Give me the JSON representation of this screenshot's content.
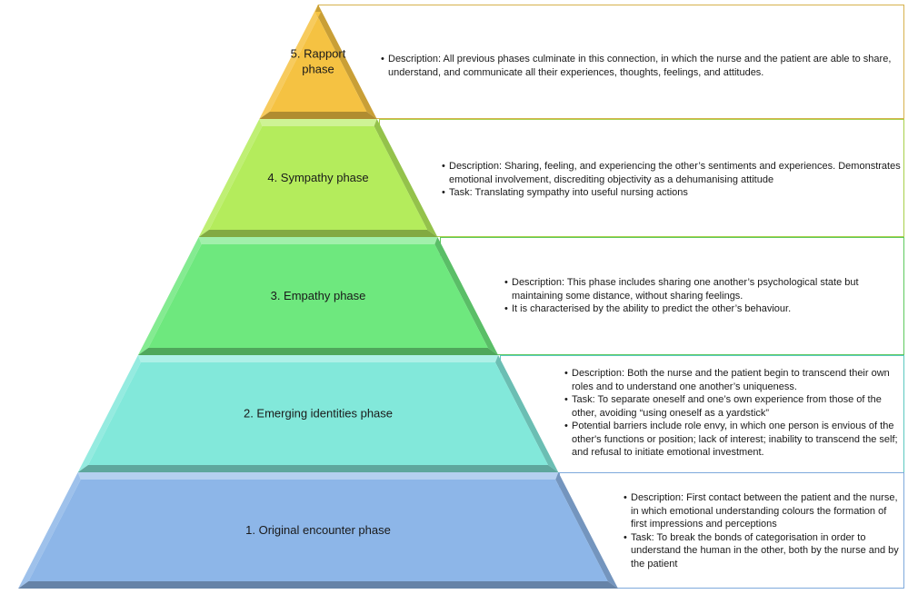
{
  "phases": [
    {
      "label": "5. Rapport phase",
      "label_lines": [
        "5. Rapport",
        "phase"
      ],
      "color": "#F5C242",
      "bullets": [
        "Description: All previous phases culminate in this connection, in which the nurse and the patient are able to share, understand, and communicate all their experiences, thoughts, feelings, and attitudes."
      ]
    },
    {
      "label": "4. Sympathy phase",
      "label_lines": [
        "4. Sympathy phase"
      ],
      "color": "#B4EC5C",
      "bullets": [
        "Description: Sharing, feeling, and experiencing the other’s sentiments and experiences. Demonstrates emotional involvement, discrediting objectivity as a dehumanising attitude",
        "Task: Translating sympathy into useful nursing actions"
      ]
    },
    {
      "label": "3. Empathy phase",
      "label_lines": [
        "3. Empathy phase"
      ],
      "color": "#6EE87E",
      "bullets": [
        "Description: This phase includes sharing one another’s psychological state but maintaining some distance, without sharing feelings.",
        "It is characterised by the ability to predict the other’s behaviour."
      ]
    },
    {
      "label": "2. Emerging identities phase",
      "label_lines": [
        "2. Emerging identities phase"
      ],
      "color": "#82E8DA",
      "bullets": [
        "Description: Both the nurse and the patient begin to transcend their own roles and to understand one another’s uniqueness.",
        "Task: To separate oneself and one’s own experience from those of the other, avoiding “using oneself as a yardstick”",
        "Potential barriers include role envy, in which one person is envious of the other's functions or position; lack of interest; inability to transcend the self; and refusal to initiate emotional investment."
      ]
    },
    {
      "label": "1. Original encounter phase",
      "label_lines": [
        "1. Original encounter phase"
      ],
      "color": "#8DB6E8",
      "bullets": [
        "Description: First contact between the patient and the nurse, in which emotional understanding colours the formation of first impressions and perceptions",
        "Task: To break the bonds of categorisation in order to understand the human in the other, both by the nurse and by the patient"
      ]
    }
  ]
}
